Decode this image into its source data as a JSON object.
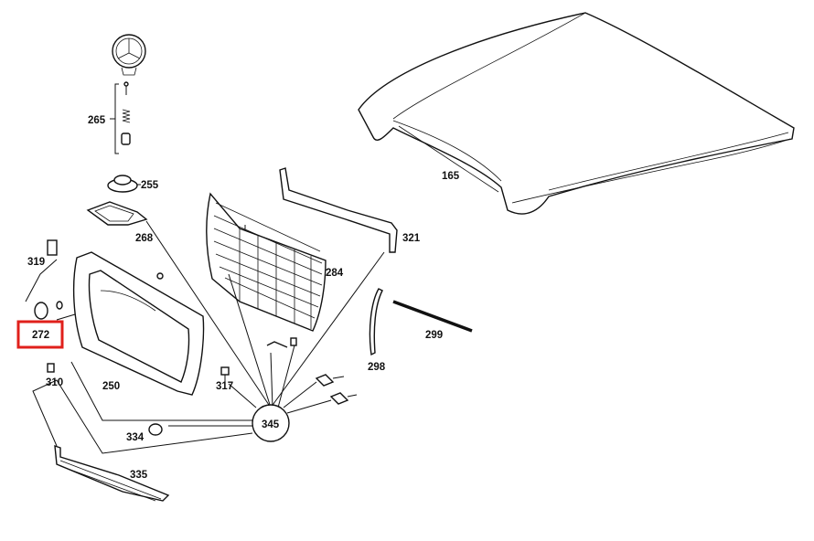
{
  "diagram": {
    "labels": {
      "p165": "165",
      "p250": "250",
      "p255": "255",
      "p265": "265",
      "p268": "268",
      "p272": "272",
      "p284": "284",
      "p298": "298",
      "p299": "299",
      "p310": "310",
      "p317": "317",
      "p319": "319",
      "p321": "321",
      "p334": "334",
      "p335": "335",
      "p345": "345"
    },
    "highlight": {
      "target": "272",
      "color": "#e0201b"
    }
  }
}
